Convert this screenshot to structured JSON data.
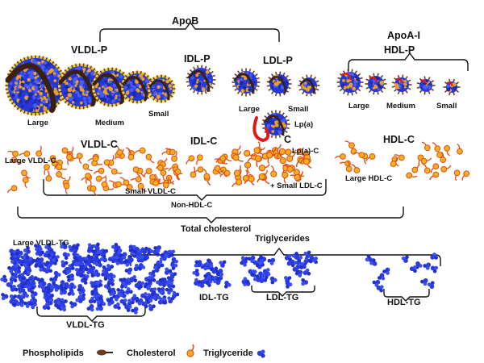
{
  "labels": {
    "apob": "ApoB",
    "apoa1": "ApoA-I",
    "vldl_p": "VLDL-P",
    "idl_p": "IDL-P",
    "ldl_p": "LDL-P",
    "hdl_p": "HDL-P",
    "vldl_large": "Large",
    "vldl_medium": "Medium",
    "vldl_small": "Small",
    "ldl_large": "Large",
    "ldl_small": "Small",
    "hdl_large": "Large",
    "hdl_medium": "Medium",
    "hdl_small": "Small",
    "lpa": "Lp(a)",
    "vldl_c": "VLDL-C",
    "idl_c": "IDL-C",
    "ldl_c": "C",
    "hdl_c": "HDL-C",
    "large_vldl_c": "Large VLDL-C",
    "small_vldl_c": "Small VLDL-C",
    "lpa_c": "Lp(a)-C",
    "small_ldl_c": "+ Small LDL-C",
    "large_hdl_c": "Large HDL-C",
    "non_hdl_c": "Non-HDL-C",
    "total_cholesterol": "Total cholesterol",
    "triglycerides": "Triglycerides",
    "large_vldl_tg": "Large VLDL-TG",
    "vldl_tg": "VLDL-TG",
    "idl_tg": "IDL-TG",
    "ldl_tg": "LDL-TG",
    "hdl_tg": "HDL-TG"
  },
  "legend": [
    {
      "label": "Phospholipids",
      "icon": "phospholipid-icon"
    },
    {
      "label": "Cholesterol",
      "icon": "cholesterol-icon"
    },
    {
      "label": "Triglyceride",
      "icon": "triglyceride-icon"
    }
  ],
  "colors": {
    "phospholipid": "#6b3a1f",
    "cholesterol": "#f0a020",
    "cholesterol_ring": "#e05010",
    "triglyceride": "#2233dd",
    "vldl_shell": "#f2d23a",
    "apob_strand": "#3a2010",
    "lpa_strand": "#e01818"
  }
}
